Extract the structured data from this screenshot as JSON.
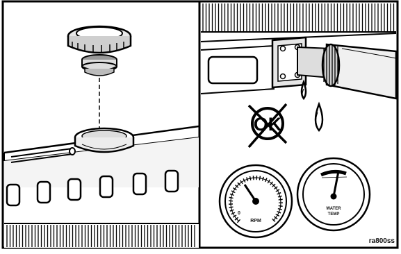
{
  "gauges": {
    "tachometer": {
      "label": "RPM",
      "zero_mark": "0"
    },
    "temperature": {
      "label_line1": "WATER",
      "label_line2": "TEMP"
    }
  },
  "ok_symbol": {
    "text": "OK",
    "meaning": "prohibited"
  },
  "reference_code": "ra800ss"
}
